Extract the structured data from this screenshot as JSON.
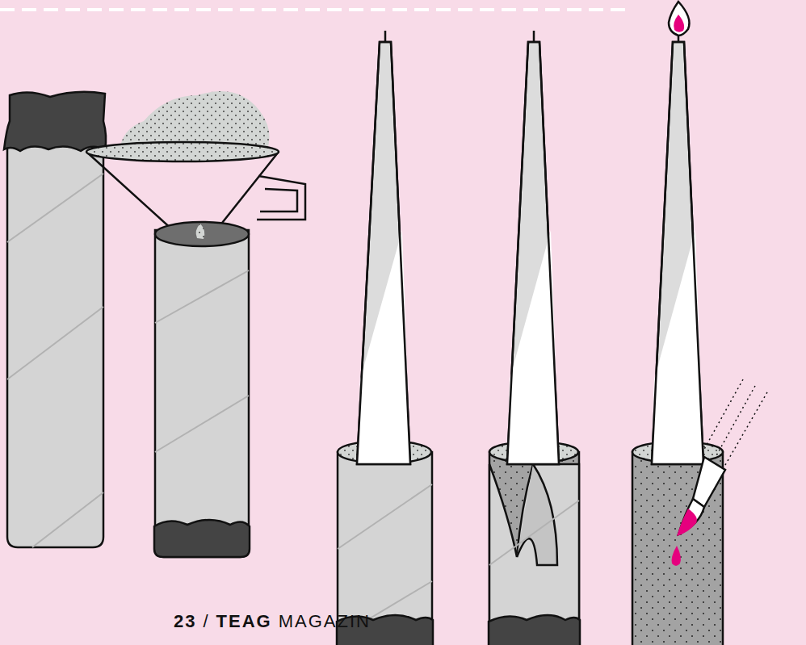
{
  "diagram": {
    "labels": [
      "23",
      "/",
      "TEAG",
      "MAGAZIN"
    ]
  }
}
